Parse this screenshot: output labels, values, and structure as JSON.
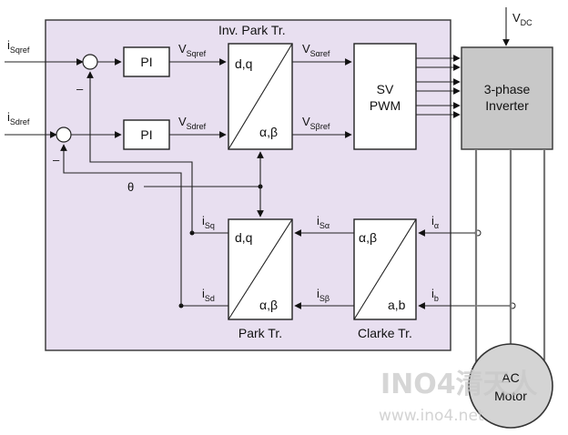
{
  "labels": {
    "vdc": "V",
    "vdc_sub": "DC",
    "isqref": "i",
    "isqref_sub": "Sqref",
    "isdref": "i",
    "isdref_sub": "Sdref",
    "vsqref": "V",
    "vsqref_sub": "Sqref",
    "vsdref": "V",
    "vsdref_sub": "Sdref",
    "vsaref": "V",
    "vsaref_sub": "Sαref",
    "vsbref": "V",
    "vsbref_sub": "Sβref",
    "theta": "θ",
    "isq": "i",
    "isq_sub": "Sq",
    "isd": "i",
    "isd_sub": "Sd",
    "isa": "i",
    "isa_sub": "Sα",
    "isb": "i",
    "isb_sub": "Sβ",
    "ia": "i",
    "ia_sub": "α",
    "ib": "i",
    "ib_sub": "b",
    "minus1": "–",
    "minus2": "–"
  },
  "blocks": {
    "inv_park_title": "Inv. Park Tr.",
    "pi_top": "PI",
    "pi_bottom": "PI",
    "inv_park_dq": "d,q",
    "inv_park_ab": "α,β",
    "svpwm_line1": "SV",
    "svpwm_line2": "PWM",
    "inverter_line1": "3-phase",
    "inverter_line2": "Inverter",
    "park_dq": "d,q",
    "park_ab": "α,β",
    "park_title": "Park Tr.",
    "clarke_ab_top": "α,β",
    "clarke_ab_bottom": "a,b",
    "clarke_title": "Clarke Tr.",
    "motor_line1": "AC",
    "motor_line2": "Motor"
  },
  "watermark": {
    "brand": "INO4清天人",
    "url": "www.ino4.net"
  },
  "colors": {
    "panel": "#e8dff0",
    "inverter": "#c8c8c8",
    "motor": "#d4d4d4",
    "line": "#222222"
  }
}
